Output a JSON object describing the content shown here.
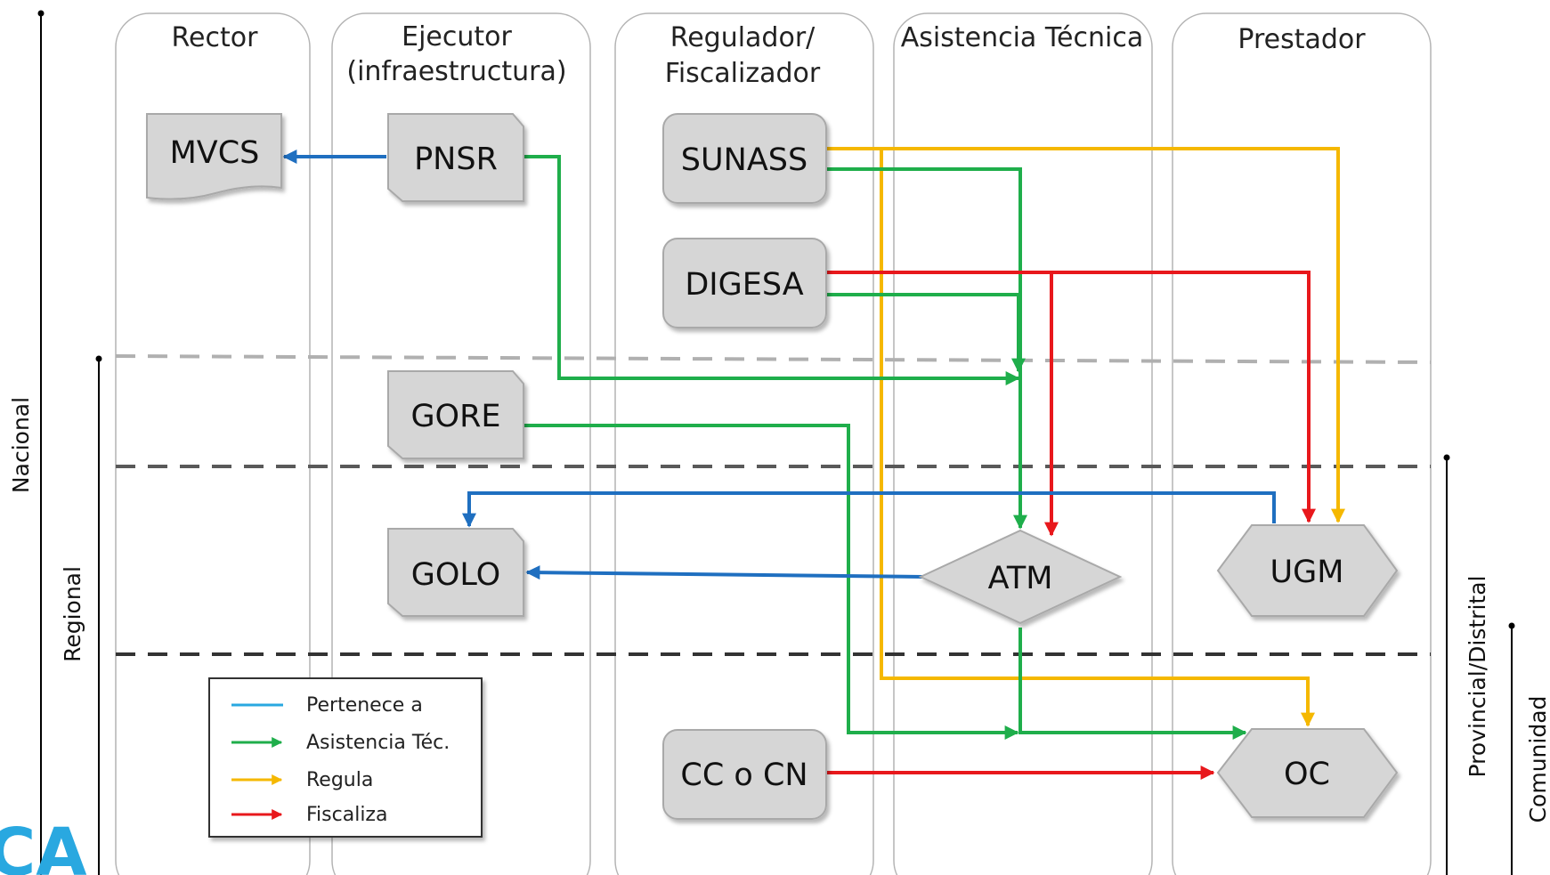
{
  "colors": {
    "pertenece": "#1f6fc0",
    "asistencia": "#1fae4b",
    "regula": "#f5b800",
    "fiscaliza": "#e8181c",
    "lane_border": "#b4b4b4",
    "node_fill": "#d6d6d6",
    "brand_dark": "#1f4e79",
    "brand_light": "#29a8e0"
  },
  "lanes": [
    {
      "id": "rector",
      "title": [
        "Rector"
      ]
    },
    {
      "id": "ejecutor",
      "title": [
        "Ejecutor",
        "(infraestructura)"
      ]
    },
    {
      "id": "regulador",
      "title": [
        "Regulador/",
        "Fiscalizador"
      ]
    },
    {
      "id": "asistencia",
      "title": [
        "Asistencia Técnica"
      ]
    },
    {
      "id": "prestador",
      "title": [
        "Prestador"
      ]
    }
  ],
  "levels": {
    "nacional": "Nacional",
    "regional": "Regional",
    "provincial": "Provincial/Distrital",
    "comunidad": "Comunidad"
  },
  "nodes": {
    "mvcs": "MVCS",
    "pnsr": "PNSR",
    "sunass": "SUNASS",
    "digesa": "DIGESA",
    "gore": "GORE",
    "golo": "GOLO",
    "atm": "ATM",
    "ugm": "UGM",
    "cc": "CC o CN",
    "oc": "OC"
  },
  "legend": {
    "pertenece": "Pertenece a",
    "asistencia": "Asistencia Téc.",
    "regula": "Regula",
    "fiscaliza": "Fiscaliza"
  },
  "brand_text": "CA"
}
